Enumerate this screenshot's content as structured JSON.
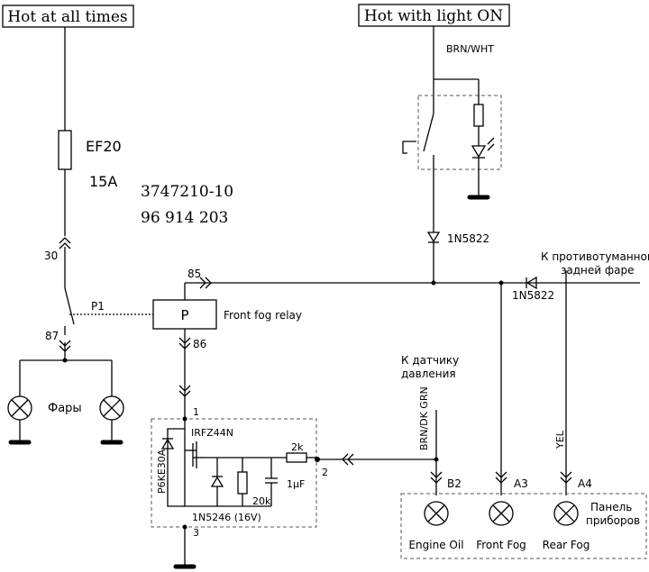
{
  "labels": {
    "hot_always": "Hot at all times",
    "hot_light": "Hot with light ON",
    "brn_wht": "BRN/WHT",
    "fuse_name": "EF20",
    "fuse_rating": "15A",
    "part_number": "3747210-10",
    "part_number2": "96 914 203",
    "pin_30": "30",
    "pin_p1": "P1",
    "relay_letter": "P",
    "relay_name": "Front fog relay",
    "pin_85": "85",
    "pin_86": "86",
    "pin_87": "87",
    "headlights": "Фары",
    "diode1": "1N5822",
    "diode2": "1N5822",
    "rear_fog_line1": "К противотуманной",
    "rear_fog_line2": "задней фаре",
    "pressure_line1": "К датчику",
    "pressure_line2": "давления",
    "wire_brn_dkgrn": "BRN/DK GRN",
    "wire_yel": "YEL",
    "pin_b2": "B2",
    "pin_a3": "A3",
    "pin_a4": "A4",
    "panel_line1": "Панель",
    "panel_line2": "приборов",
    "engine_oil": "Engine Oil",
    "front_fog": "Front Fog",
    "rear_fog": "Rear Fog",
    "module_pin1": "1",
    "module_pin2": "2",
    "module_pin3": "3",
    "mosfet": "IRFZ44N",
    "tvs": "P6KE30A",
    "zener": "1N5246 (16V)",
    "r_2k": "2k",
    "r_20k": "20k",
    "cap": "1µF"
  }
}
